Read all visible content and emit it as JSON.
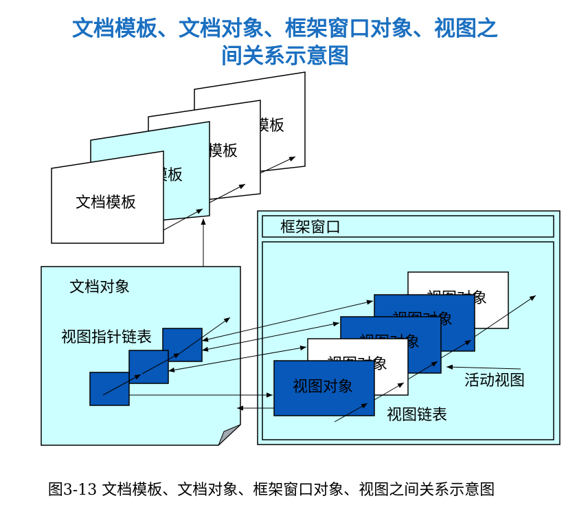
{
  "title": {
    "line1": "文档模板、文档对象、框架窗口对象、视图之",
    "line2": "间关系示意图"
  },
  "templates": {
    "back_labels": [
      "模板",
      "模板",
      "模板"
    ],
    "front_label": "文档模板"
  },
  "document_object": {
    "label": "文档对象",
    "view_pointer_list_label": "视图指针链表"
  },
  "frame_window": {
    "title_label": "框架窗口"
  },
  "views": {
    "back_labels": [
      "视图对象",
      "视图对象",
      "视图对象",
      "视图对象"
    ],
    "front_label": "视图对象",
    "active_view_label": "活动视图",
    "view_list_label": "视图链表"
  },
  "caption": "图3-13 文档模板、文档对象、框架窗口对象、视图之间关系示意图",
  "colors": {
    "title": "#1a6fc0",
    "light_cyan": "#ccffff",
    "dark_blue": "#0758b8",
    "border": "#000000"
  }
}
